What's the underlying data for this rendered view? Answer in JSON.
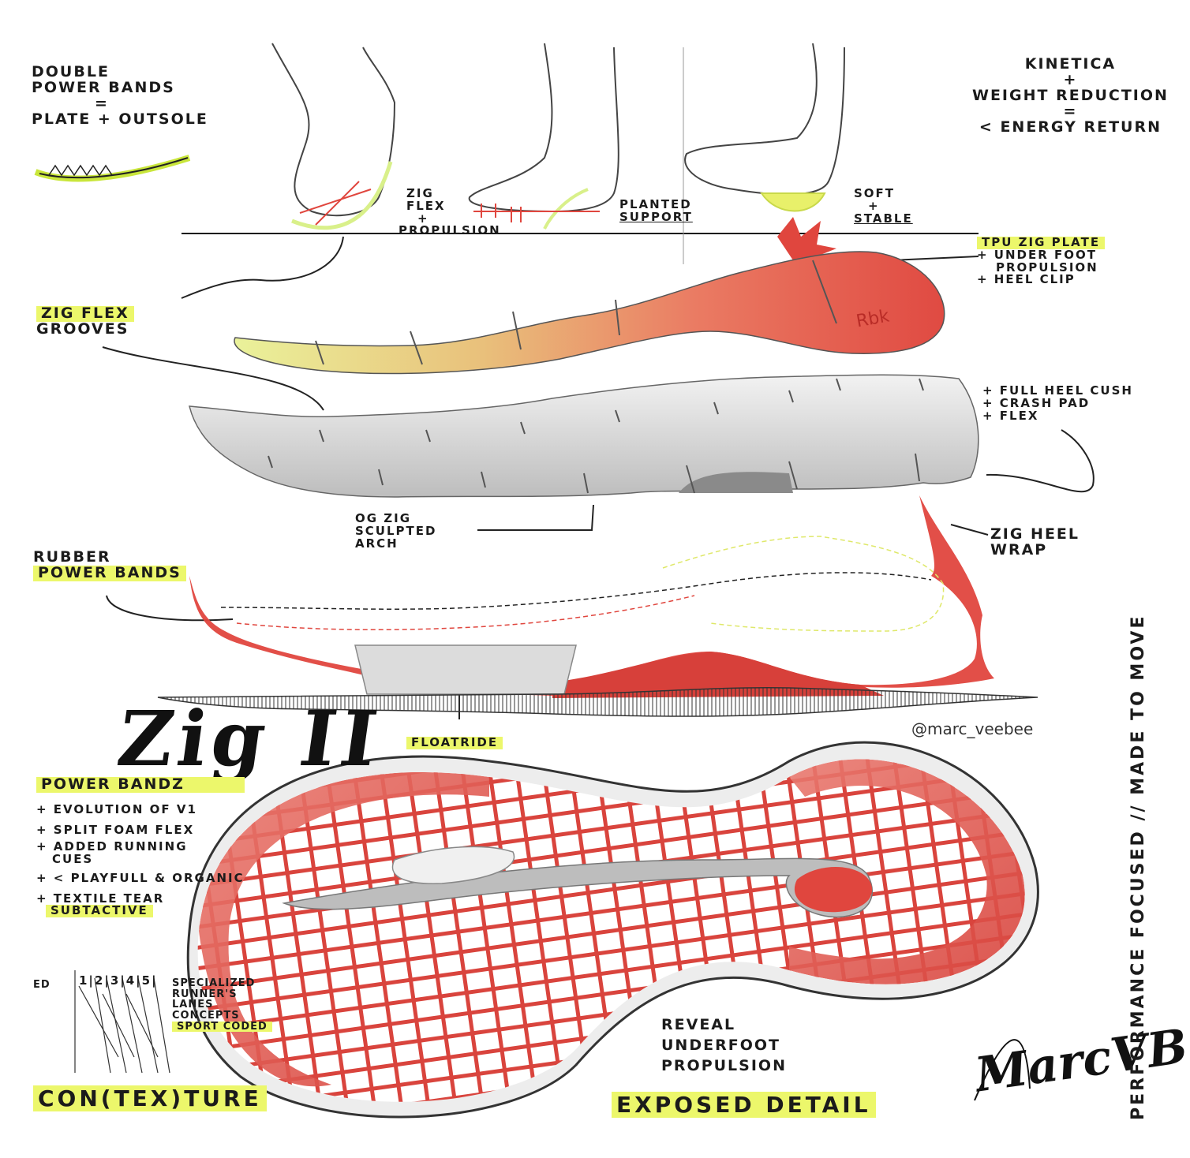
{
  "colors": {
    "accent_red": "#e0463e",
    "highlight": "#ecf76b",
    "ink": "#1b1b1b",
    "foam_grey": "#d9d9d9"
  },
  "notes": {
    "double_power_bands": {
      "line1": "DOUBLE",
      "line2": "POWER BANDS",
      "line3": "=",
      "line4": "PLATE + OUTSOLE"
    },
    "kinetica": {
      "line1": "KINETICA",
      "line2": "+",
      "line3": "WEIGHT REDUCTION",
      "line4": "=",
      "line5": "< ENERGY RETURN"
    },
    "zig_flex_propulsion": {
      "line1": "ZIG",
      "line2": "FLEX",
      "line3": "+",
      "line4": "PROPULSION"
    },
    "planted_support": {
      "line1": "PLANTED",
      "line2": "SUPPORT"
    },
    "soft_stable": {
      "line1": "SOFT",
      "line2": "+",
      "line3": "STABLE"
    },
    "tpu_zig_plate": {
      "title": "TPU ZIG PLATE",
      "item1": "+ UNDER FOOT",
      "item2": "PROPULSION",
      "item3": "+ HEEL CLIP"
    },
    "zig_flex_grooves": {
      "line1": "ZIG FLEX",
      "line2": "GROOVES"
    },
    "full_heel_cush": {
      "item1": "+ FULL HEEL CUSH",
      "item2": "+ CRASH PAD",
      "item3": "+ FLEX"
    },
    "og_zig_arch": {
      "line1": "OG ZIG",
      "line2": "SCULPTED",
      "line3": "ARCH"
    },
    "zig_heel_wrap": {
      "line1": "ZIG HEEL",
      "line2": "WRAP"
    },
    "rubber_power_bands": {
      "line1": "RUBBER",
      "line2": "POWER BANDS"
    },
    "floatride": "FLOATRIDE",
    "handle": "@marc_veebee",
    "brand_mark": "Zig II",
    "power_bandz": {
      "title": "POWER BANDZ",
      "item1": "+ EVOLUTION OF V1",
      "item2": "+ SPLIT FOAM FLEX",
      "item3": "+ ADDED RUNNING",
      "item3b": "CUES",
      "item4": "+ < PLAYFULL & ORGANIC",
      "item5": "+ TEXTILE TEAR",
      "item6": "SUBTACTIVE"
    },
    "specialized": {
      "prefix": "ED",
      "numbers": "1|2|3|4|5|",
      "line1": "SPECIALIZED",
      "line2": "RUNNER'S",
      "line3": "LANES",
      "line4": "CONCEPTS",
      "line5": "SPORT CODED"
    },
    "contexture": "CON(TEX)TURE",
    "reveal": {
      "line1": "REVEAL",
      "line2": "UNDERFOOT",
      "line3": "PROPULSION"
    },
    "exposed_detail": "EXPOSED DETAIL",
    "signature": "MarcVB",
    "vertical_tagline": "PERFORMANCE FOCUSED // MADE TO MOVE"
  }
}
